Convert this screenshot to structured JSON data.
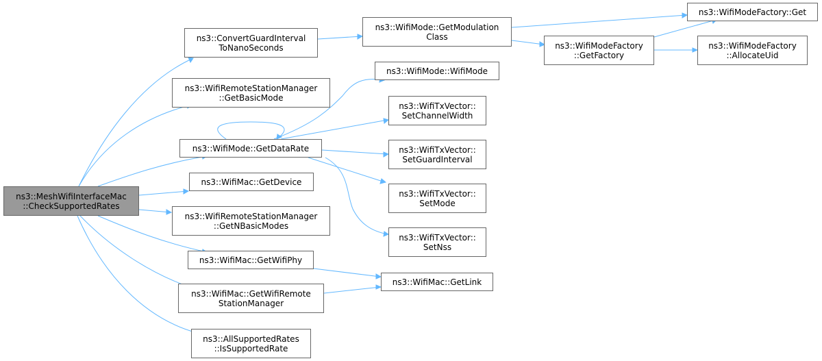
{
  "nodes": {
    "root": {
      "line1": "ns3::MeshWifiInterfaceMac",
      "line2": "::CheckSupportedRates"
    },
    "convert_guard": {
      "line1": "ns3::ConvertGuardInterval",
      "line2": "ToNanoSeconds"
    },
    "get_basic_mode": {
      "line1": "ns3::WifiRemoteStationManager",
      "line2": "::GetBasicMode"
    },
    "get_data_rate": {
      "line1": "ns3::WifiMode::GetDataRate"
    },
    "get_device": {
      "line1": "ns3::WifiMac::GetDevice"
    },
    "get_n_basic_modes": {
      "line1": "ns3::WifiRemoteStationManager",
      "line2": "::GetNBasicModes"
    },
    "get_wifi_phy": {
      "line1": "ns3::WifiMac::GetWifiPhy"
    },
    "get_wifi_remote_station_manager": {
      "line1": "ns3::WifiMac::GetWifiRemote",
      "line2": "StationManager"
    },
    "is_supported_rate": {
      "line1": "ns3::AllSupportedRates",
      "line2": "::IsSupportedRate"
    },
    "get_modulation_class": {
      "line1": "ns3::WifiMode::GetModulation",
      "line2": "Class"
    },
    "wifi_mode_ctor": {
      "line1": "ns3::WifiMode::WifiMode"
    },
    "set_channel_width": {
      "line1": "ns3::WifiTxVector::",
      "line2": "SetChannelWidth"
    },
    "set_guard_interval": {
      "line1": "ns3::WifiTxVector::",
      "line2": "SetGuardInterval"
    },
    "set_mode": {
      "line1": "ns3::WifiTxVector::",
      "line2": "SetMode"
    },
    "set_nss": {
      "line1": "ns3::WifiTxVector::",
      "line2": "SetNss"
    },
    "get_link": {
      "line1": "ns3::WifiMac::GetLink"
    },
    "factory_get": {
      "line1": "ns3::WifiModeFactory::Get"
    },
    "factory_get_factory": {
      "line1": "ns3::WifiModeFactory",
      "line2": "::GetFactory"
    },
    "factory_allocate_uid": {
      "line1": "ns3::WifiModeFactory",
      "line2": "::AllocateUid"
    }
  },
  "colors": {
    "edge": "#63b8ff",
    "node_border": "#666666",
    "root_fill": "#999999",
    "node_fill": "#ffffff"
  }
}
